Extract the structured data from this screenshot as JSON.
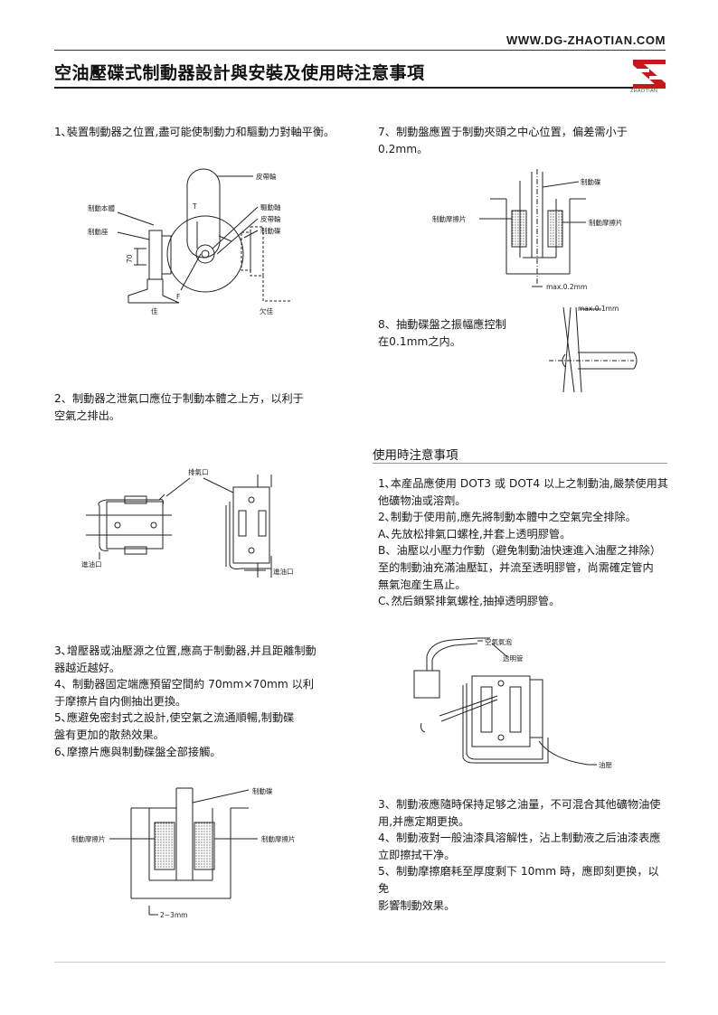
{
  "header": {
    "url": "WWW.DG-ZHAOTIAN.COM",
    "title": "空油壓碟式制動器設計與安裝及使用時注意事項",
    "logo_text": "ZHAOTIAN"
  },
  "left": {
    "item1": "1､裝置制動器之位置,盡可能使制動力和驅動力對軸平衡。",
    "fig1": {
      "pidai": "皮帶輪",
      "zhidong_benti": "制動本體",
      "qudong_zhou": "驅動軸",
      "pidai_lun": "皮帶輪",
      "zhidong_zuo": "制動座",
      "zhidong_die": "制動碟",
      "dim70": "70",
      "T": "T",
      "F": "F",
      "good": "佳",
      "bad": "欠佳"
    },
    "item2": [
      "2、制動器之泄氣口應位于制動本體之上方，以利于",
      "空氣之排出。"
    ],
    "fig2": {
      "exhaust": "排氣口",
      "inlet_left": "進油口",
      "inlet_right": "進油口"
    },
    "item3": [
      "3､增壓器或油壓源之位置,應高于制動器,并且距離制動",
      "器越近越好。",
      "4、制動器固定端應預留空間約 70mm×70mm 以利",
      "于摩擦片自内側抽出更換。",
      "5､應避免密封式之設計,使空氣之流通順暢,制動碟",
      "盤有更加的散熱效果。",
      "6､摩擦片應與制動碟盤全部接觸。"
    ],
    "fig3": {
      "disc": "制動碟",
      "pad_left": "制動摩擦片",
      "pad_right": "制動摩擦片",
      "gap": "2~3mm"
    }
  },
  "right": {
    "item7": [
      "7、制動盤應置于制動夾頭之中心位置，偏差需小于",
      "0.2mm。"
    ],
    "fig7": {
      "disc": "制動碟",
      "pad_left": "制動摩擦片",
      "pad_right": "制動摩擦片",
      "max": "max.0.2mm"
    },
    "item8": [
      "8、抽動碟盤之振幅應控制",
      "在0.1mm之内。"
    ],
    "fig8": {
      "max": "max.0.1mm"
    },
    "section_title": "使用時注意事項",
    "notes": [
      "1､本産品應使用 DOT3 或 DOT4 以上之制動油,嚴禁使用其",
      "他礦物油或溶劑。",
      "2､制動于使用前,應先將制動本體中之空氣完全排除。",
      "A､先放松排氣口螺栓,并套上透明膠管。",
      "B、油壓以小壓力作動（避免制動油快速進入油壓之排除）",
      "至的制動油充滿油壓缸，并流至透明膠管，尚需確定管内",
      "無氣泡産生爲止。",
      "C､然后鎖緊排氣螺栓,抽掉透明膠管。"
    ],
    "fig9": {
      "bubble": "空氣氣泡",
      "tube": "透明管",
      "oil": "油壓"
    },
    "notes2": [
      "3、制動液應隨時保持足够之油量，不可混合其他礦物油使",
      "用,并應定期更换。",
      "4、制動液對一般油漆具溶解性，沾上制動液之后油漆表應",
      "立即擦拭干净。",
      "5、制動摩擦磨耗至厚度剩下 10mm 時，應即刻更换，以免",
      "影響制動效果。"
    ]
  }
}
